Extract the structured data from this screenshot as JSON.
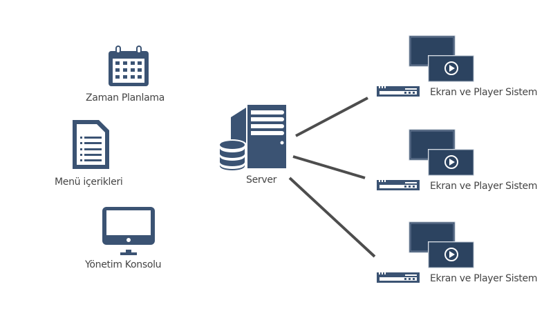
{
  "colors": {
    "icon": "#3b5373",
    "screen_dark": "#2c4360",
    "screen_light": "#4a6283",
    "line": "#4d4d4d",
    "text": "#444444"
  },
  "sources": [
    {
      "label": "Zaman Planlama",
      "icon": "calendar-icon"
    },
    {
      "label": "Menü içerikleri",
      "icon": "document-list-icon"
    },
    {
      "label": "Yönetim Konsolu",
      "icon": "monitor-icon"
    }
  ],
  "server": {
    "label": "Server",
    "icon": "server-database-icon"
  },
  "endpoints": [
    {
      "label": "Ekran ve Player Sistem",
      "icon": "screen-player-icon"
    },
    {
      "label": "Ekran ve Player Sistem",
      "icon": "screen-player-icon"
    },
    {
      "label": "Ekran ve Player Sistem",
      "icon": "screen-player-icon"
    }
  ]
}
